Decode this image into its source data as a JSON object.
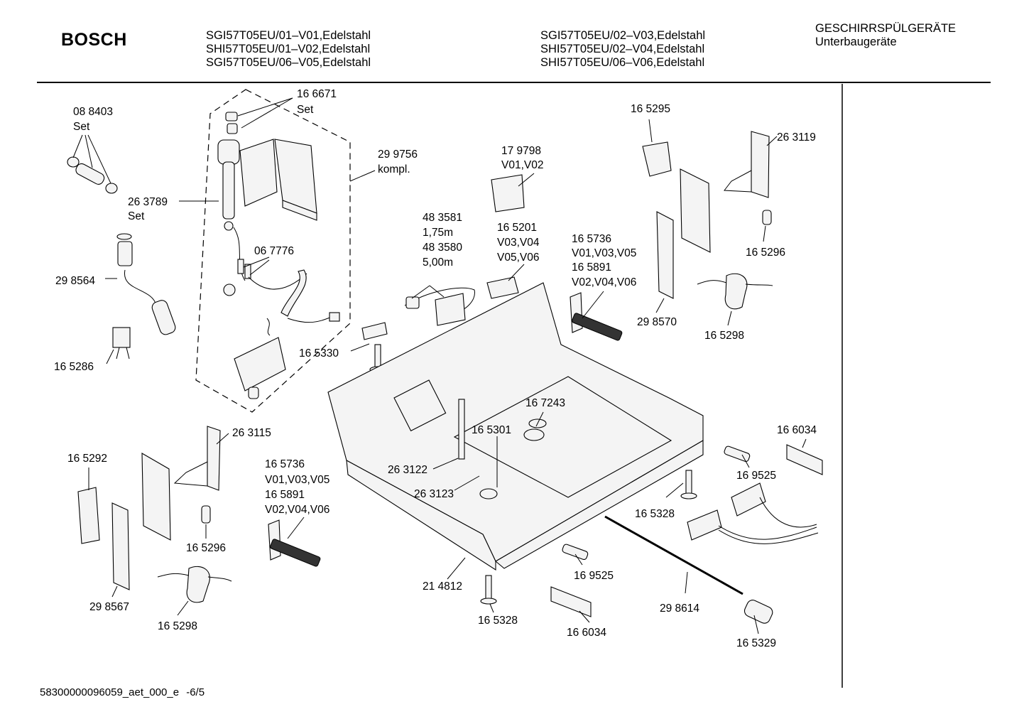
{
  "header": {
    "brand": "BOSCH",
    "models_left": [
      "SGI57T05EU/01–V01,Edelstahl",
      "SHI57T05EU/01–V02,Edelstahl",
      "SGI57T05EU/06–V05,Edelstahl"
    ],
    "models_right": [
      "SGI57T05EU/02–V03,Edelstahl",
      "SHI57T05EU/02–V04,Edelstahl",
      "SHI57T05EU/06–V06,Edelstahl"
    ],
    "category_line1": "GESCHIRRSPÜLGERÄTE",
    "category_line2": "Unterbaugeräte"
  },
  "labels": [
    {
      "id": "l-166671",
      "lines": [
        "16 6671",
        "Set"
      ]
    },
    {
      "id": "l-088403",
      "lines": [
        "08 8403",
        "Set"
      ]
    },
    {
      "id": "l-299756",
      "lines": [
        "29 9756",
        "kompl."
      ]
    },
    {
      "id": "l-179798",
      "lines": [
        "17 9798",
        "V01,V02"
      ]
    },
    {
      "id": "l-165295",
      "lines": [
        "16 5295"
      ]
    },
    {
      "id": "l-263119",
      "lines": [
        "26 3119"
      ]
    },
    {
      "id": "l-263789",
      "lines": [
        "26 3789",
        "Set"
      ]
    },
    {
      "id": "l-483581",
      "lines": [
        "48 3581",
        "1,75m",
        "48 3580",
        "5,00m"
      ]
    },
    {
      "id": "l-165201",
      "lines": [
        "16 5201",
        "V03,V04",
        "V05,V06"
      ]
    },
    {
      "id": "l-165736a",
      "lines": [
        "16 5736",
        "V01,V03,V05",
        "16 5891",
        "V02,V04,V06"
      ]
    },
    {
      "id": "l-165296a",
      "lines": [
        "16 5296"
      ]
    },
    {
      "id": "l-298564",
      "lines": [
        "29 8564"
      ]
    },
    {
      "id": "l-067776",
      "lines": [
        "06 7776"
      ]
    },
    {
      "id": "l-298570",
      "lines": [
        "29 8570"
      ]
    },
    {
      "id": "l-165298a",
      "lines": [
        "16 5298"
      ]
    },
    {
      "id": "l-165330",
      "lines": [
        "16 5330"
      ]
    },
    {
      "id": "l-165286",
      "lines": [
        "16 5286"
      ]
    },
    {
      "id": "l-167243",
      "lines": [
        "16 7243"
      ]
    },
    {
      "id": "l-165301",
      "lines": [
        "16 5301"
      ]
    },
    {
      "id": "l-263115",
      "lines": [
        "26 3115"
      ]
    },
    {
      "id": "l-166034a",
      "lines": [
        "16 6034"
      ]
    },
    {
      "id": "l-165292",
      "lines": [
        "16 5292"
      ]
    },
    {
      "id": "l-165736b",
      "lines": [
        "16 5736",
        "V01,V03,V05",
        "16 5891",
        "V02,V04,V06"
      ]
    },
    {
      "id": "l-263122",
      "lines": [
        "26 3122"
      ]
    },
    {
      "id": "l-169525a",
      "lines": [
        "16 9525"
      ]
    },
    {
      "id": "l-263123",
      "lines": [
        "26 3123"
      ]
    },
    {
      "id": "l-165328a",
      "lines": [
        "16 5328"
      ]
    },
    {
      "id": "l-165296b",
      "lines": [
        "16 5296"
      ]
    },
    {
      "id": "l-169525b",
      "lines": [
        "16 9525"
      ]
    },
    {
      "id": "l-214812",
      "lines": [
        "21 4812"
      ]
    },
    {
      "id": "l-298567",
      "lines": [
        "29 8567"
      ]
    },
    {
      "id": "l-298614",
      "lines": [
        "29 8614"
      ]
    },
    {
      "id": "l-165298b",
      "lines": [
        "16 5298"
      ]
    },
    {
      "id": "l-165328b",
      "lines": [
        "16 5328"
      ]
    },
    {
      "id": "l-166034b",
      "lines": [
        "16 6034"
      ]
    },
    {
      "id": "l-165329",
      "lines": [
        "16 5329"
      ]
    }
  ],
  "footer": {
    "doc_id": "58300000096059_aet_000_e",
    "page": "-6/5"
  }
}
